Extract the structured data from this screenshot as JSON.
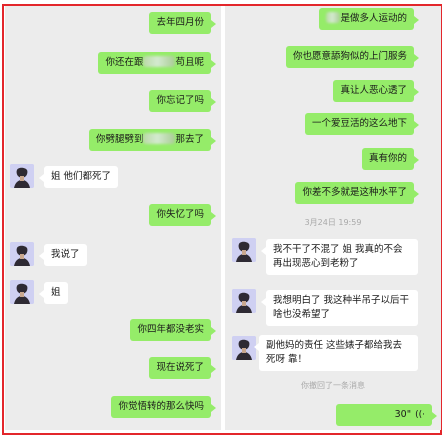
{
  "left_chat": {
    "messages": [
      {
        "text": "去年四月份"
      },
      {
        "text_before": "你还在跟",
        "text_after": "苟且呢"
      },
      {
        "text": "你忘记了吗"
      },
      {
        "text_before": "你劈腿劈到",
        "text_after": "那去了"
      },
      {
        "text": "姐 他们都死了"
      },
      {
        "text": "你失忆了吗"
      },
      {
        "text": "我说了"
      },
      {
        "text": "姐"
      },
      {
        "text": "你四年都没老实"
      },
      {
        "text": "现在说死了"
      },
      {
        "text": "你觉悟转的那么快吗"
      }
    ]
  },
  "right_chat": {
    "messages": [
      {
        "text": "是做多人运动的"
      },
      {
        "text": "你也愿意舔狗似的上门服务"
      },
      {
        "text": "真让人恶心透了"
      },
      {
        "text": "一个爱豆活的这么地下"
      },
      {
        "text": "真有你的"
      },
      {
        "text": "你差不多就是这种水平了"
      },
      {
        "text": "我不干了不混了 姐 我真的不会再出现恶心到老粉了"
      },
      {
        "text": "我想明白了 我这种半吊子以后干啥也没希望了"
      },
      {
        "text": "副他妈的责任 这些婊子都给我去死呀 靠！"
      }
    ],
    "timestamp": "3月24日 19:59",
    "recall_notice": "你撤回了一条消息",
    "voice_message": {
      "duration": "30\"",
      "icon": "voice-wave-icon"
    }
  },
  "colors": {
    "outgoing_bubble": "#95ec69",
    "incoming_bubble": "#ffffff",
    "chat_background": "#ececec",
    "frame_border": "#e3262b"
  }
}
